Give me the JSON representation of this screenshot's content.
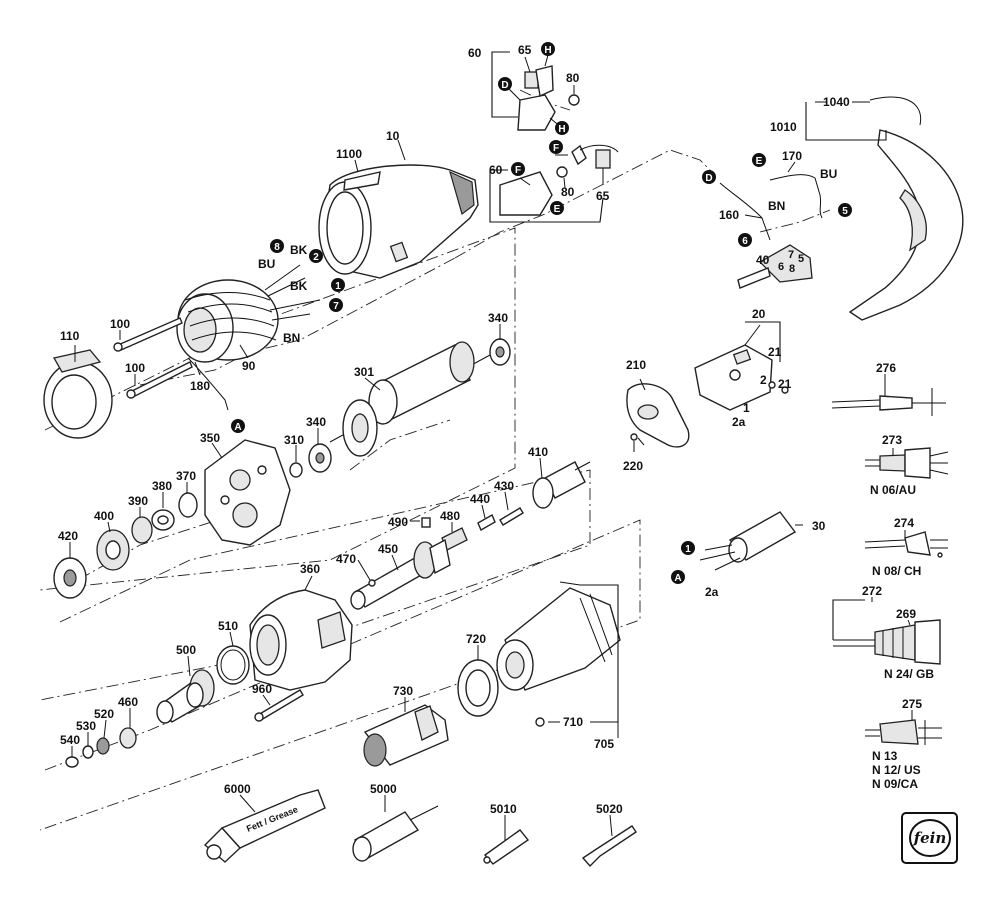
{
  "diagram": {
    "part_numbers": {
      "p60a": "60",
      "p65a": "65",
      "p80a": "80",
      "p60b": "60",
      "p80b": "80",
      "p65b": "65",
      "p10": "10",
      "p1100": "1100",
      "p1010": "1010",
      "p1040": "1040",
      "p170": "170",
      "p160": "160",
      "p40": "40",
      "p110": "110",
      "p100a": "100",
      "p100b": "100",
      "p90": "90",
      "p180": "180",
      "p340a": "340",
      "p301": "301",
      "p340b": "340",
      "p310": "310",
      "p350": "350",
      "p370": "370",
      "p380": "380",
      "p390": "390",
      "p400": "400",
      "p420": "420",
      "p410": "410",
      "p430": "430",
      "p440": "440",
      "p480": "480",
      "p490": "490",
      "p470": "470",
      "p450": "450",
      "p210": "210",
      "p220": "220",
      "p20": "20",
      "p21a": "21",
      "p21b": "21",
      "p2": "2",
      "p1": "1",
      "p2a": "2a",
      "p30": "30",
      "p2a_b": "2a",
      "p360": "360",
      "p510": "510",
      "p500": "500",
      "p960": "960",
      "p460": "460",
      "p520": "520",
      "p530": "530",
      "p540": "540",
      "p720": "720",
      "p730": "730",
      "p710": "710",
      "p705": "705",
      "p276": "276",
      "p273": "273",
      "p274": "274",
      "p272": "272",
      "p269": "269",
      "p275": "275",
      "p6000": "6000",
      "p5000": "5000",
      "p5010": "5010",
      "p5020": "5020"
    },
    "wire_labels": {
      "bu1": "BU",
      "bk1": "BK",
      "bk2": "BK",
      "bn1": "BN",
      "bu2": "BU",
      "bn2": "BN"
    },
    "markers": {
      "m8": "8",
      "m2": "2",
      "m1": "1",
      "m7": "7",
      "mA": "A",
      "mH1": "H",
      "mD1": "D",
      "mH2": "H",
      "mF1": "F",
      "mF2": "F",
      "mE1": "E",
      "mE2": "E",
      "mD2": "D",
      "m5": "5",
      "m6": "6",
      "m1b": "1",
      "mAb": "A"
    },
    "switch_pins": {
      "s7": "7",
      "s6": "6",
      "s8": "8",
      "s5": "5"
    },
    "plug_variants": {
      "v273": "N 06/AU",
      "v274": "N 08/ CH",
      "v269": "N 24/ GB",
      "v275a": "N 13",
      "v275b": "N 12/ US",
      "v275c": "N 09/CA"
    },
    "grease_tube_text": "Fett / Grease",
    "logo_text": "fein"
  }
}
